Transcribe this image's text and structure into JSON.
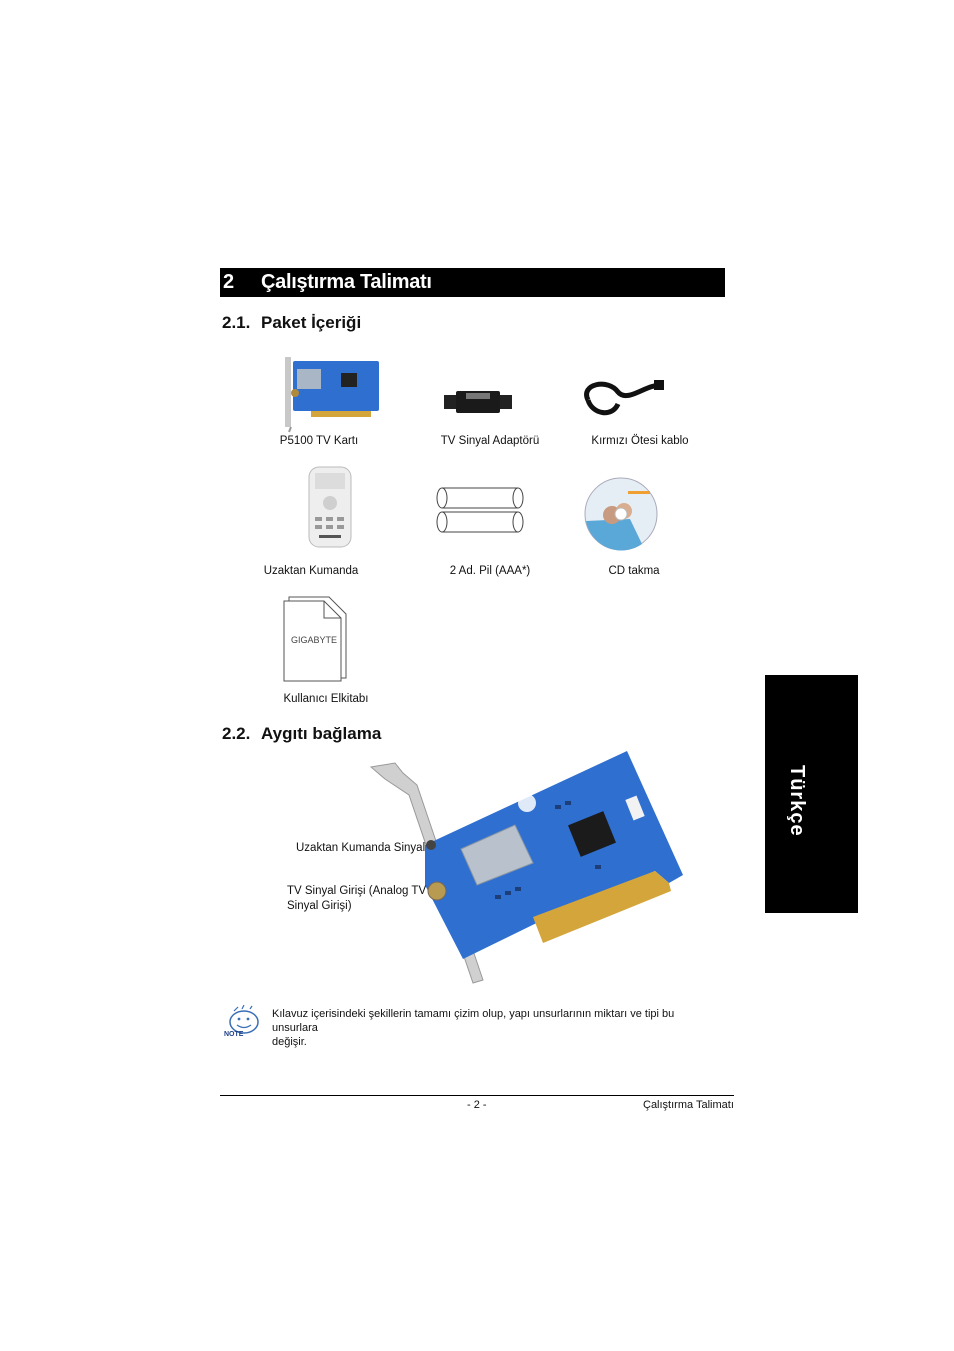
{
  "section": {
    "number": "2",
    "title": "Çalıştırma Talimatı"
  },
  "sub1": {
    "number": "2.1.",
    "title": "Paket İçeriği"
  },
  "sub2": {
    "number": "2.2.",
    "title": "Aygıtı bağlama"
  },
  "items": [
    {
      "caption": "P5100 TV Kartı"
    },
    {
      "caption": "TV Sinyal Adaptörü"
    },
    {
      "caption": "Kırmızı Ötesi kablo"
    },
    {
      "caption": "Uzaktan Kumanda"
    },
    {
      "caption": "2 Ad. Pil (AAA*)"
    },
    {
      "caption": "CD takma"
    },
    {
      "caption": "Kullanıcı Elkitabı"
    }
  ],
  "manual_logo": "GIGABYTE",
  "connection": {
    "label_remote": "Uzaktan Kumanda Sinyal",
    "label_tv_line1": "TV Sinyal Girişi (Analog TV",
    "label_tv_line2": "Sinyal Girişi)"
  },
  "note": {
    "icon_label": "NOTE",
    "text_line1": "Kılavuz içerisindeki şekillerin tamamı çizim olup, yapı unsurlarının miktarı ve tipi bu unsurlara",
    "text_line2": "değişir."
  },
  "side_tab": "Türkçe",
  "footer": {
    "page": "- 2 -",
    "title": "Çalıştırma Talimatı"
  },
  "colors": {
    "pcb_blue": "#2f6fd0",
    "bar": "#000000"
  }
}
